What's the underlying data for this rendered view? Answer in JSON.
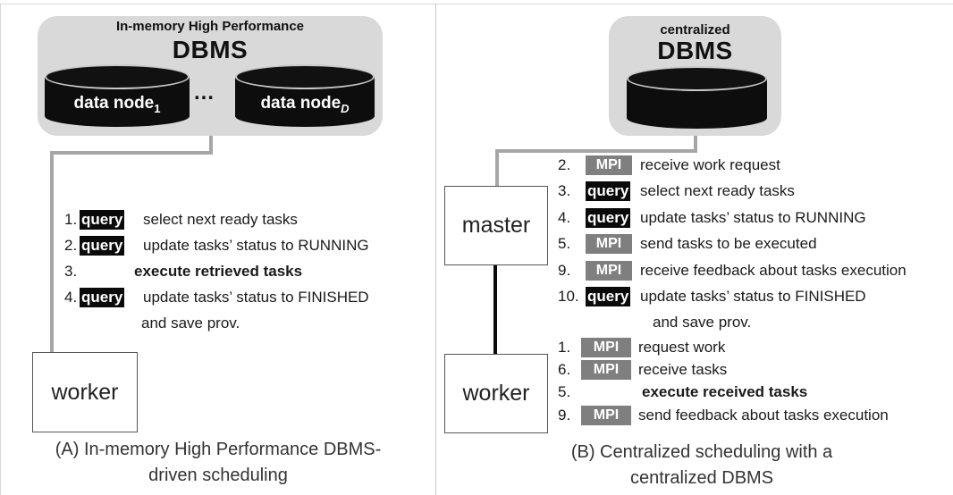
{
  "panel_a": {
    "dbms_small_title": "In-memory High Performance",
    "dbms_big_title": "DBMS",
    "node1_label": "data  node",
    "node1_sub": "1",
    "ellipsis": "…",
    "nodeD_label": "data node",
    "nodeD_sub": "D",
    "worker_label": "worker",
    "steps": [
      {
        "num": "1.",
        "tag": "query",
        "text": "select next ready tasks"
      },
      {
        "num": "2.",
        "tag": "query",
        "text": "update tasks’ status to RUNNING"
      },
      {
        "num": "3.",
        "tag": "",
        "text": "execute retrieved tasks"
      },
      {
        "num": "4.",
        "tag": "query",
        "text": "update tasks’ status to FINISHED"
      },
      {
        "num": "",
        "tag": "",
        "text": "and save prov."
      }
    ],
    "caption_line1": "(A) In-memory High Performance DBMS-",
    "caption_line2": "driven scheduling"
  },
  "panel_b": {
    "dbms_small_title": "centralized",
    "dbms_big_title": "DBMS",
    "master_label": "master",
    "worker_label": "worker",
    "master_steps": [
      {
        "num": "2.",
        "tag": "MPI",
        "text": "receive work request"
      },
      {
        "num": "3.",
        "tag": "query",
        "text": "select next ready tasks"
      },
      {
        "num": "4.",
        "tag": "query",
        "text": "update tasks’ status to RUNNING"
      },
      {
        "num": "5.",
        "tag": "MPI",
        "text": "send tasks to be executed"
      },
      {
        "num": "9.",
        "tag": "MPI",
        "text": "receive feedback about tasks execution"
      },
      {
        "num": "10.",
        "tag": "query",
        "text": "update tasks’ status to FINISHED"
      },
      {
        "num": "",
        "tag": "",
        "text": "and save prov."
      }
    ],
    "worker_steps": [
      {
        "num": "1.",
        "tag": "MPI",
        "text": "request work"
      },
      {
        "num": "6.",
        "tag": "MPI",
        "text": "receive tasks"
      },
      {
        "num": "5.",
        "tag": "",
        "text": "execute received tasks"
      },
      {
        "num": "9.",
        "tag": "MPI",
        "text": "send feedback about tasks execution"
      }
    ],
    "caption_line1": "(B) Centralized scheduling with a",
    "caption_line2": "centralized DBMS"
  },
  "colors": {
    "dbms_box": "#d9d9d9",
    "query_tag": "#0a0a0a",
    "mpi_tag": "#7f7f7f",
    "connector": "#a6a6a6",
    "master_worker_link": "#0a0a0a"
  }
}
